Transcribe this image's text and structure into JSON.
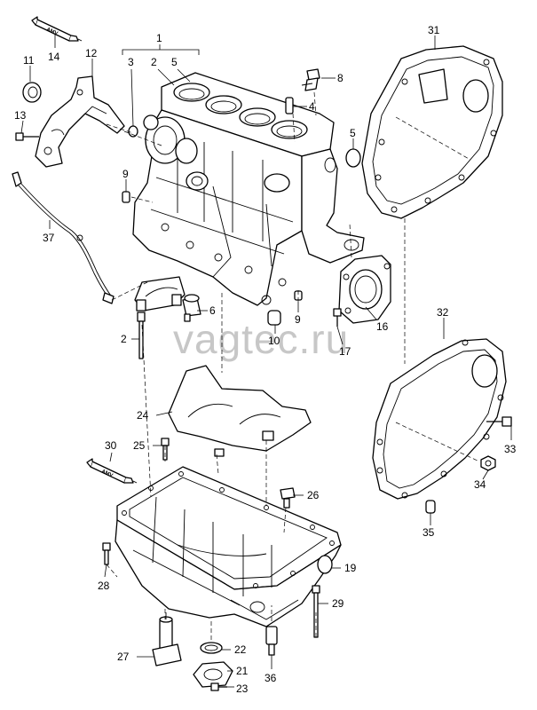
{
  "watermark": "vagtec.ru",
  "tube_label": "AMV",
  "callouts": [
    {
      "id": "c1",
      "label": "1"
    },
    {
      "id": "c3",
      "label": "3"
    },
    {
      "id": "c2a",
      "label": "2"
    },
    {
      "id": "c5a",
      "label": "5"
    },
    {
      "id": "c11",
      "label": "11"
    },
    {
      "id": "c12",
      "label": "12"
    },
    {
      "id": "c14",
      "label": "14"
    },
    {
      "id": "c13",
      "label": "13"
    },
    {
      "id": "c8",
      "label": "8"
    },
    {
      "id": "c4",
      "label": "4"
    },
    {
      "id": "c31",
      "label": "31"
    },
    {
      "id": "c5b",
      "label": "5"
    },
    {
      "id": "c9a",
      "label": "9"
    },
    {
      "id": "c37",
      "label": "37"
    },
    {
      "id": "c6",
      "label": "6"
    },
    {
      "id": "c2b",
      "label": "2"
    },
    {
      "id": "c9b",
      "label": "9"
    },
    {
      "id": "c10",
      "label": "10"
    },
    {
      "id": "c16",
      "label": "16"
    },
    {
      "id": "c17",
      "label": "17"
    },
    {
      "id": "c32",
      "label": "32"
    },
    {
      "id": "c24",
      "label": "24"
    },
    {
      "id": "c25",
      "label": "25"
    },
    {
      "id": "c30",
      "label": "30"
    },
    {
      "id": "c26",
      "label": "26"
    },
    {
      "id": "c33",
      "label": "33"
    },
    {
      "id": "c34",
      "label": "34"
    },
    {
      "id": "c35",
      "label": "35"
    },
    {
      "id": "c28",
      "label": "28"
    },
    {
      "id": "c19",
      "label": "19"
    },
    {
      "id": "c29",
      "label": "29"
    },
    {
      "id": "c27",
      "label": "27"
    },
    {
      "id": "c22",
      "label": "22"
    },
    {
      "id": "c21",
      "label": "21"
    },
    {
      "id": "c36",
      "label": "36"
    },
    {
      "id": "c23",
      "label": "23"
    }
  ]
}
